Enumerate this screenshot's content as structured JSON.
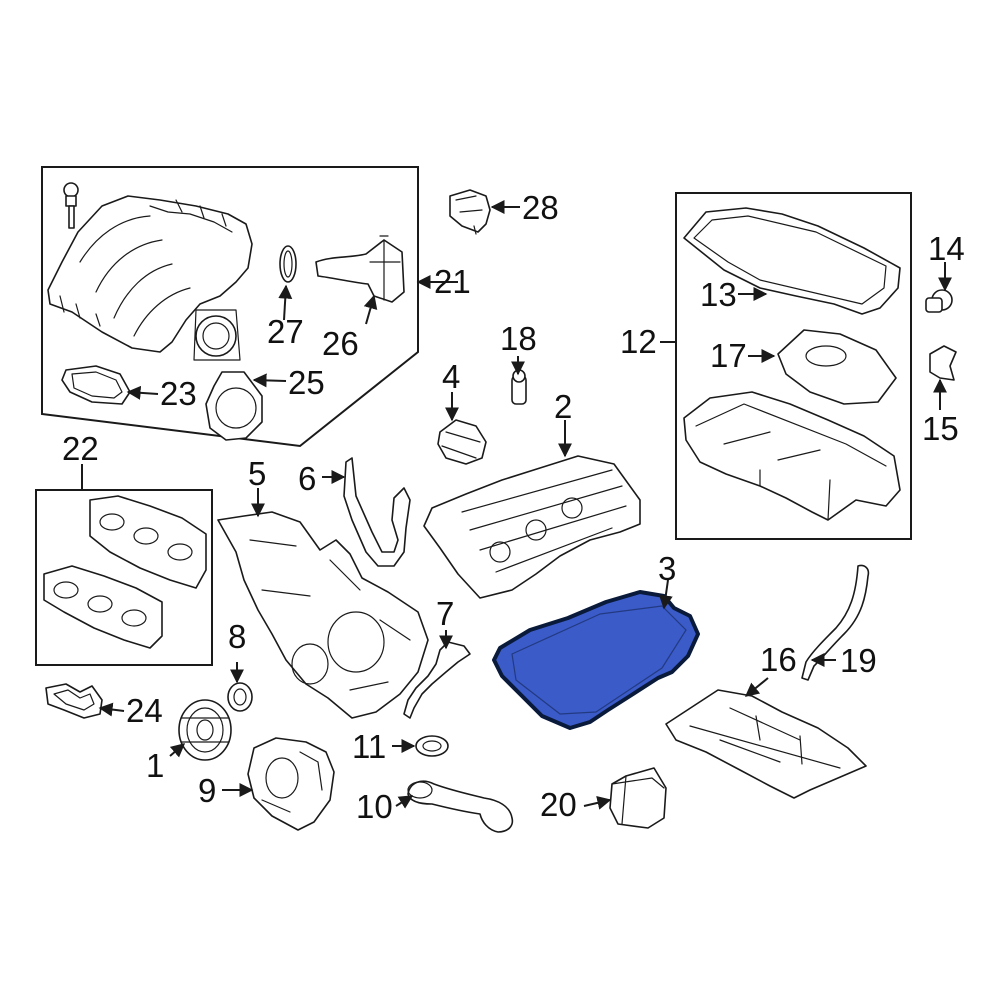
{
  "highlight_color": "#3B5BC9",
  "callouts": {
    "c1": "1",
    "c2": "2",
    "c3": "3",
    "c4": "4",
    "c5": "5",
    "c6": "6",
    "c7": "7",
    "c8": "8",
    "c9": "9",
    "c10": "10",
    "c11": "11",
    "c12": "12",
    "c13": "13",
    "c14": "14",
    "c15": "15",
    "c16": "16",
    "c17": "17",
    "c18": "18",
    "c19": "19",
    "c20": "20",
    "c21": "21",
    "c22": "22",
    "c23": "23",
    "c24": "24",
    "c25": "25",
    "c26": "26",
    "c27": "27",
    "c28": "28"
  }
}
